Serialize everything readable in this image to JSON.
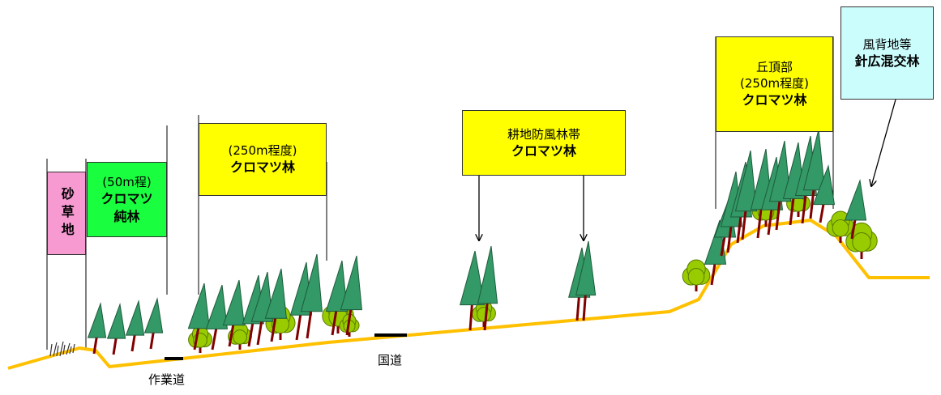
{
  "zones": {
    "sand": {
      "label": "砂草地"
    },
    "pure_pine": {
      "width_note": "(50m程)",
      "line1": "クロマツ",
      "line2": "純林"
    },
    "pine_250": {
      "width_note": "(250m程度)",
      "name": "クロマツ林"
    },
    "farm_windbreak": {
      "title": "耕地防風林帯",
      "name": "クロマツ林"
    },
    "hilltop": {
      "title": "丘頂部",
      "width_note": "(250m程度)",
      "name": "クロマツ林"
    },
    "leeward": {
      "title": "風背地等",
      "name": "針広混交林"
    }
  },
  "roads": {
    "work_road": "作業道",
    "national_road": "国道"
  },
  "colors": {
    "ground": "#ffc000",
    "pine": "#339966",
    "broadleaf": "#99cc00",
    "trunk": "#800000",
    "sand_box": "#f79ad2",
    "green_box": "#19ff3f",
    "yellow_box": "#ffff00",
    "cyan_box": "#ccfdfd"
  }
}
